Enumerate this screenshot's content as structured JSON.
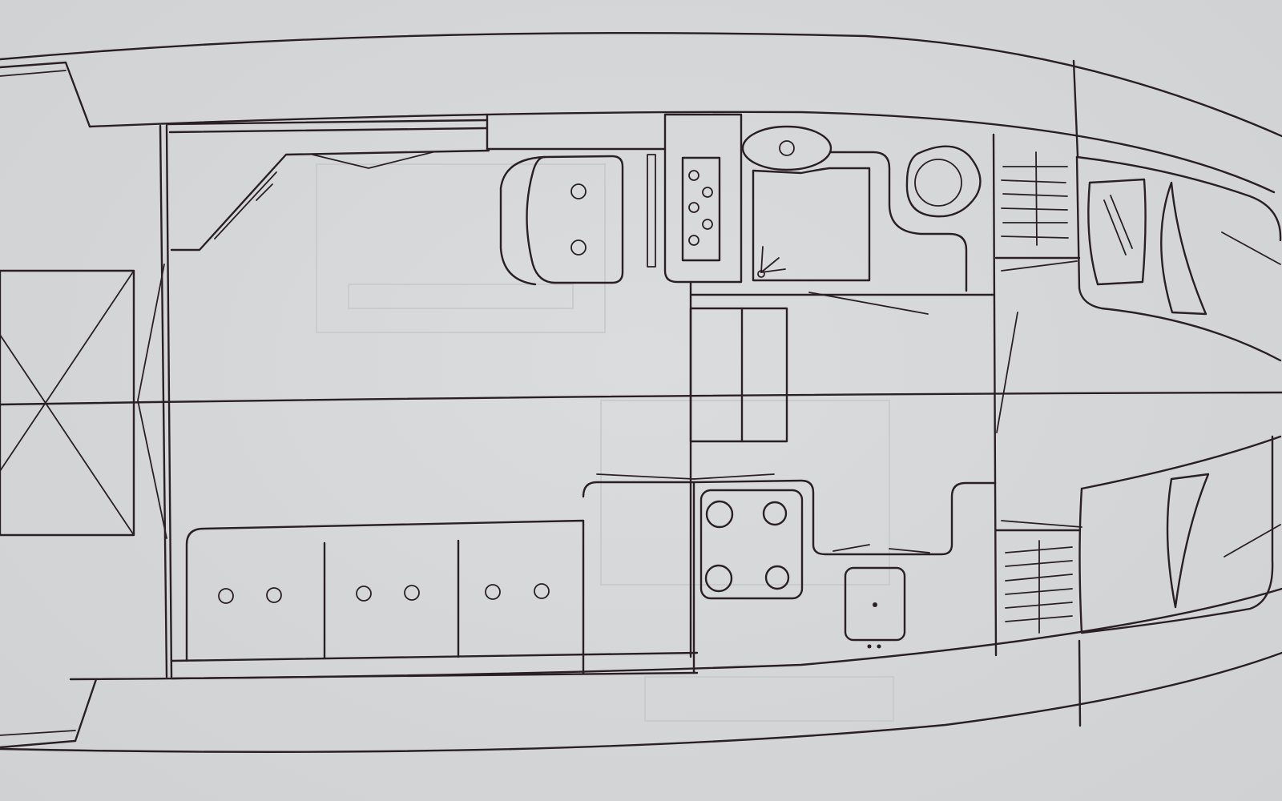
{
  "drawing": {
    "subject": "boat-deck-plan",
    "background_color": "#d4d6d8",
    "line_color": "#2a1f24",
    "features": [
      "hull-outline",
      "centerline",
      "aft-hatch",
      "aft-double-berth",
      "saloon-settee",
      "dinette-table",
      "head-toilet",
      "head-washbasin",
      "shower-tray",
      "galley-hob",
      "galley-sink",
      "forward-lockers",
      "v-berth-port",
      "v-berth-starboard"
    ]
  }
}
